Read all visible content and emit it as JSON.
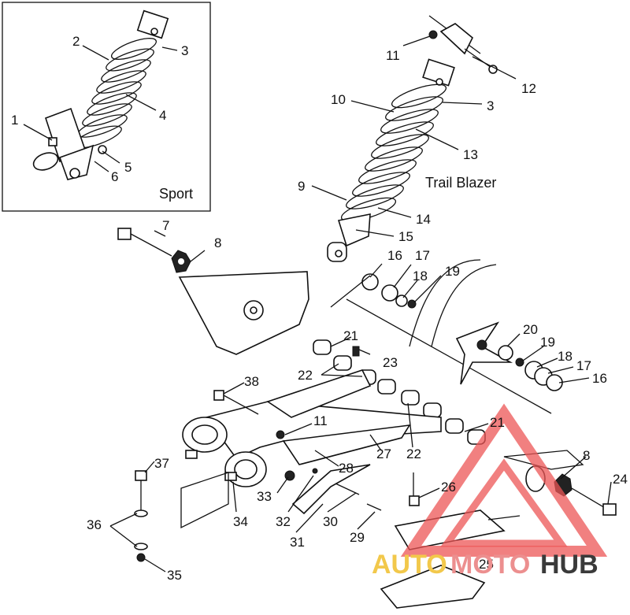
{
  "captions": {
    "sport": "Sport",
    "trail_blazer": "Trail Blazer"
  },
  "callouts": [
    "1",
    "2",
    "3",
    "4",
    "5",
    "6",
    "7",
    "8",
    "9",
    "10",
    "11",
    "12",
    "13",
    "14",
    "15",
    "16",
    "17",
    "18",
    "19",
    "20",
    "21",
    "22",
    "23",
    "24",
    "25",
    "26",
    "27",
    "28",
    "29",
    "30",
    "31",
    "32",
    "33",
    "34",
    "35",
    "36",
    "37",
    "38"
  ],
  "watermark": {
    "part1": "AUTO",
    "part2": "MOTO",
    "part3": "HUB",
    "color_auto": "#f2c84b",
    "color_moto": "#ec8f8f",
    "color_hub": "#3a3a3a",
    "triangle_color": "#ec5555"
  }
}
